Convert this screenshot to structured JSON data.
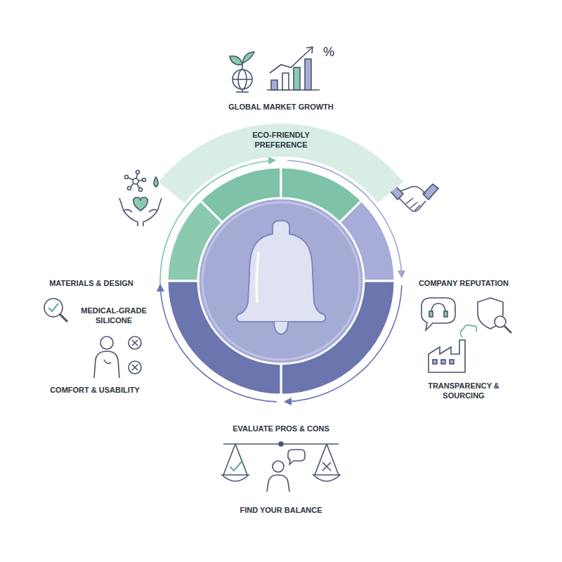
{
  "diagram": {
    "nodes": [
      {
        "text": [
          "ECO-FRIENDLY PREFERENCE"
        ]
      }
    ],
    "labels": [
      "%",
      "GLOBAL MARKET GROWTH",
      "MATERIALS & DESIGN",
      "MEDICAL-GRADE SILICONE",
      "COMFORT & USABILITY",
      "COMPANY REPUTATION",
      "TRANSPARENCY & SOURCING",
      "EVALUATE PROS & CONS",
      "FIND YOUR BALANCE"
    ]
  }
}
